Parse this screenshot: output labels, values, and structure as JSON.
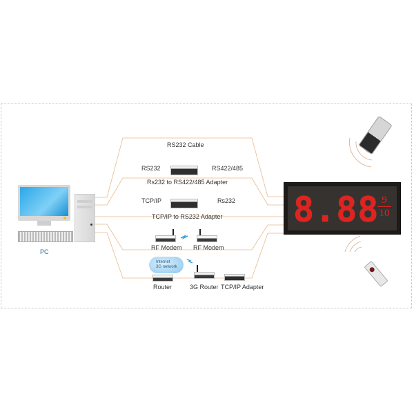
{
  "diagram": {
    "type": "communication-topology",
    "colors": {
      "wire": "#e7b98c",
      "display_bg": "#353230",
      "display_digits": "#e0231f",
      "pc_label": "#2a6fa8",
      "frame_border": "#c9c9c9"
    },
    "nodes": {
      "pc": {
        "label": "PC"
      },
      "display": {
        "digits": "8.88",
        "fraction_numerator": "9",
        "fraction_denominator": "10"
      },
      "remote_top": {
        "icon": "remote-control-icon"
      },
      "remote_bottom": {
        "icon": "remote-control-icon"
      }
    },
    "links": [
      {
        "id": "rs232-cable",
        "label": "RS232 Cable"
      },
      {
        "id": "rs422-485",
        "left_label": "RS232",
        "right_label": "RS422/485",
        "device_label": "Rs232 to RS422/485 Adapter"
      },
      {
        "id": "tcpip-rs232",
        "left_label": "TCP/IP",
        "right_label": "Rs232",
        "device_label": "TCP/IP to RS232 Adapter"
      },
      {
        "id": "rf",
        "device_left_label": "RF Modem",
        "device_right_label": "RF Modem"
      },
      {
        "id": "3g",
        "cloud_label_1": "Internet",
        "cloud_label_2": "3G network",
        "router_label": "Router",
        "router3g_label": "3G Router",
        "adapter_label": "TCP/IP Adapter"
      }
    ]
  }
}
